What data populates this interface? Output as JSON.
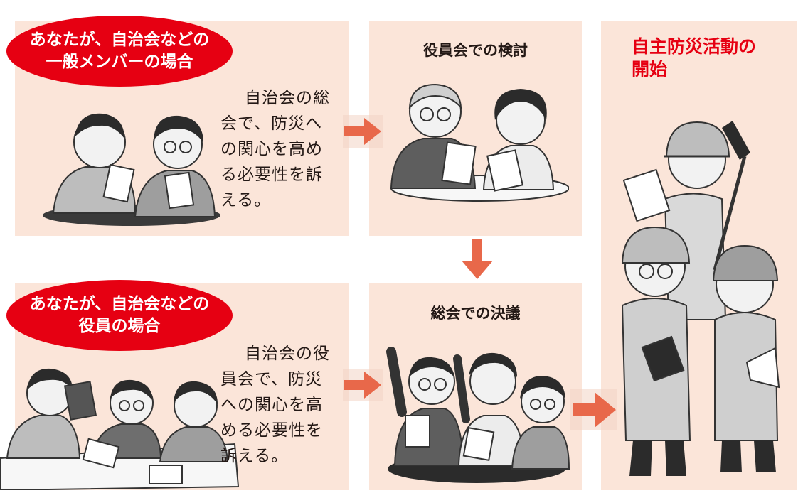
{
  "colors": {
    "panel_bg": "#fbe5d9",
    "bubble_bg": "#e60012",
    "arrow": "#e8684a",
    "final_title": "#e60012"
  },
  "member_case": {
    "bubble_lines": [
      "あなたが、自治会などの",
      "一般メンバーの場合"
    ],
    "description_lines": [
      "自治会の総",
      "会で、防災へ",
      "の関心を高め",
      "る必要性を訴",
      "える。"
    ]
  },
  "officer_case": {
    "bubble_lines": [
      "あなたが、自治会などの",
      "役員の場合"
    ],
    "description_lines": [
      "自治会の役",
      "員会で、防災",
      "への関心を高",
      "める必要性を",
      "訴える。"
    ]
  },
  "board_review": {
    "title": "役員会での検討"
  },
  "general_resolution": {
    "title": "総会での決議"
  },
  "final": {
    "title_lines": [
      "自主防災活動の",
      "開始"
    ]
  },
  "arrows": [
    "arrow-right",
    "arrow-right",
    "arrow-down",
    "arrow-right"
  ]
}
